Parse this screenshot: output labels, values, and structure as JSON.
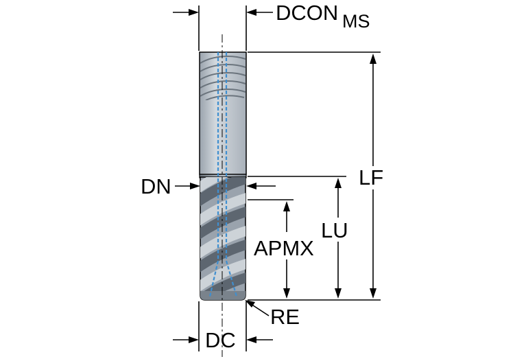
{
  "labels": {
    "dcon": "DCON",
    "dcon_sub": "MS",
    "lf": "LF",
    "dn": "DN",
    "lu": "LU",
    "apmx": "APMX",
    "re": "RE",
    "dc": "DC"
  },
  "colors": {
    "shank": "#b4bcc4",
    "shank_highlight": "#d3d9de",
    "flute_dark": "#5d6670",
    "flute_light": "#cdd3d8",
    "coolant": "#3f8fd0",
    "outline": "#000000"
  }
}
